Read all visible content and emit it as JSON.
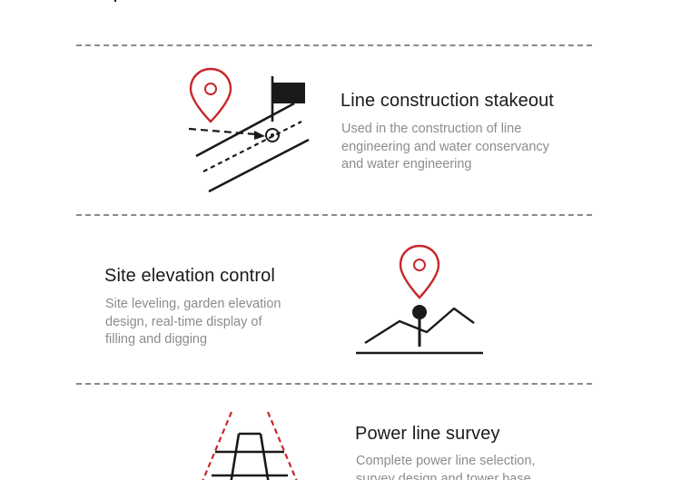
{
  "sections": [
    {
      "title": "Line construction stakeout",
      "description": "Used in the construction of line\nengineering and water conservancy\nand water engineering",
      "icon": "road-stakeout-pin-flag-icon"
    },
    {
      "title": "Site elevation control",
      "description": "Site leveling, garden elevation\ndesign, real-time display of\nfilling and digging",
      "icon": "mountain-elevation-pin-icon"
    },
    {
      "title": "Power line survey",
      "description": "Complete power line selection,\nsurvey design and tower base",
      "icon": "power-tower-icon"
    }
  ],
  "colors": {
    "accent": "#c8282d",
    "text": "#1a1a1a",
    "muted": "#8c8c8c",
    "divider": "#8a8a8a"
  }
}
